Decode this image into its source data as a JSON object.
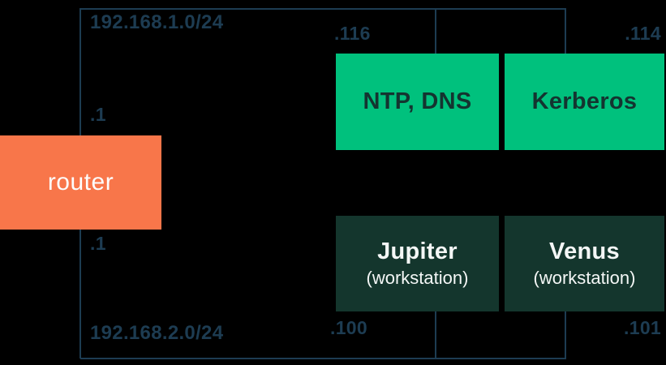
{
  "colors": {
    "background": "#000000",
    "line_and_label": "#1d3c52",
    "router_box": "#f8764a",
    "server_box": "#00c17d",
    "server_box_text": "#143430",
    "workstation_box": "#14362d",
    "light_text": "#fdfdfd"
  },
  "router": {
    "label": "router"
  },
  "subnets": [
    {
      "cidr": "192.168.1.0/24",
      "router_interface_ip": ".1"
    },
    {
      "cidr": "192.168.2.0/24",
      "router_interface_ip": ".1"
    }
  ],
  "hosts": [
    {
      "label": "NTP, DNS",
      "ip": ".116"
    },
    {
      "label": "Kerberos",
      "ip": ".114"
    },
    {
      "label": "Jupiter",
      "type": "(workstation)",
      "ip": ".100"
    },
    {
      "label": "Venus",
      "type": "(workstation)",
      "ip": ".101"
    }
  ]
}
